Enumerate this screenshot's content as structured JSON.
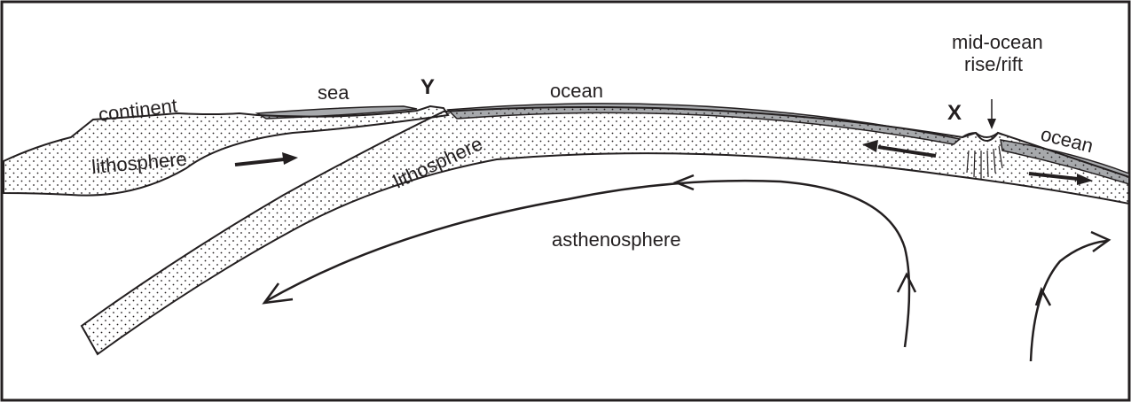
{
  "labels": {
    "continent": "continent",
    "sea": "sea",
    "point_y": "Y",
    "ocean_main": "ocean",
    "mid_ocean_line1": "mid-ocean",
    "mid_ocean_line2": "rise/rift",
    "point_x": "X",
    "ocean_right": "ocean",
    "lithosphere_left": "lithosphere",
    "lithosphere_slab": "lithosphere",
    "asthenosphere": "asthenosphere"
  },
  "colors": {
    "ink": "#231f20",
    "ocean_water": "#a7a9ac",
    "background": "#ffffff"
  }
}
